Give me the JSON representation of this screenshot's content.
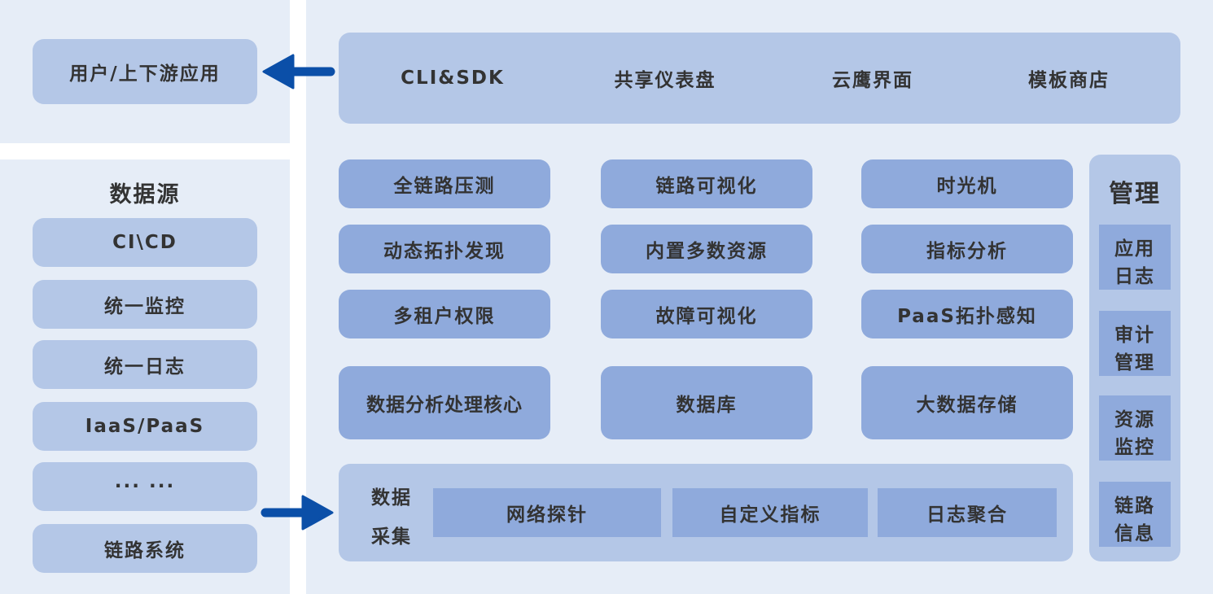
{
  "users_box": "用户/上下游应用",
  "top_bar": [
    "CLI&SDK",
    "共享仪表盘",
    "云鹰界面",
    "模板商店"
  ],
  "data_source": {
    "title": "数据源",
    "items": [
      "CI\\CD",
      "统一监控",
      "统一日志",
      "IaaS/PaaS",
      "··· ···",
      "链路系统"
    ]
  },
  "features": [
    [
      "全链路压测",
      "链路可视化",
      "时光机"
    ],
    [
      "动态拓扑发现",
      "内置多数资源",
      "指标分析"
    ],
    [
      "多租户权限",
      "故障可视化",
      "PaaS拓扑感知"
    ]
  ],
  "core": [
    "数据分析处理核心",
    "数据库",
    "大数据存储"
  ],
  "collection": {
    "label_line1": "数据",
    "label_line2": "采集",
    "items": [
      "网络探针",
      "自定义指标",
      "日志聚合"
    ]
  },
  "management": {
    "title": "管理",
    "items": [
      [
        "应用",
        "日志"
      ],
      [
        "审计",
        "管理"
      ],
      [
        "资源",
        "监控"
      ],
      [
        "链路",
        "信息"
      ]
    ]
  },
  "colors": {
    "background": "#e6edf7",
    "light_box": "#b4c7e7",
    "dark_box": "#8faadc",
    "arrow": "#0b4fa8",
    "text": "#333333"
  }
}
